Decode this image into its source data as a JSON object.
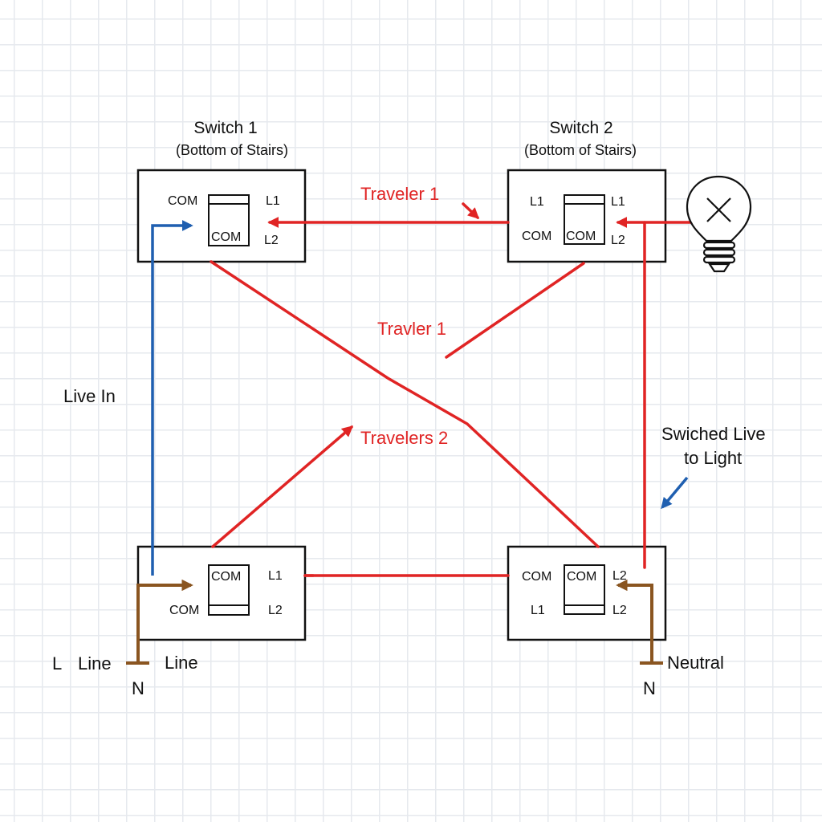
{
  "diagram": {
    "switch1": {
      "title": "Switch 1",
      "subtitle": "(Bottom of Stairs)",
      "term_left": "COM",
      "term_inner": "COM",
      "term_right_top": "L1",
      "term_right_bottom": "L2"
    },
    "switch2": {
      "title": "Switch 2",
      "subtitle": "(Bottom of Stairs)",
      "term_left_top": "L1",
      "term_left_bottom": "COM",
      "term_inner": "COM",
      "term_right_top": "L1",
      "term_right_bottom": "L2"
    },
    "switch3": {
      "term_inner": "COM",
      "term_left": "COM",
      "term_right_top": "L1",
      "term_right_bottom": "L2"
    },
    "switch4": {
      "term_left_top": "COM",
      "term_inner": "COM",
      "term_left_bottom": "L1",
      "term_right_top": "L2",
      "term_right_bottom": "L2"
    },
    "labels": {
      "traveler1_top": "Traveler 1",
      "traveler1_mid": "Travler 1",
      "travelers2": "Travelers 2",
      "live_in": "Live In",
      "switched_live_line1": "Swiched Live",
      "switched_live_line2": "to Light",
      "left_L": "L",
      "left_line1": "Line",
      "left_line2": "Line",
      "left_N": "N",
      "right_neutral": "Neutral",
      "right_N": "N"
    },
    "icons": {
      "lamp": "light-bulb-icon"
    },
    "colors": {
      "traveler": "#e02424",
      "live": "#1f5fb0",
      "line_neutral": "#8a5520",
      "annotation_arrow": "#1f5fb0"
    }
  }
}
